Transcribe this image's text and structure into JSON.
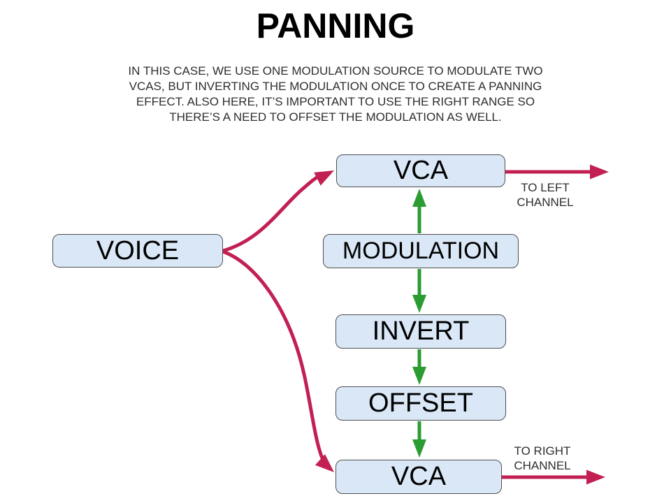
{
  "title": "PANNING",
  "description": "IN THIS CASE, WE USE ONE MODULATION SOURCE TO MODULATE TWO\nVCAS, BUT INVERTING THE MODULATION ONCE TO CREATE A PANNING\nEFFECT. ALSO HERE, IT’S IMPORTANT TO USE THE RIGHT RANGE SO\nTHERE’S A NEED TO OFFSET THE MODULATION AS WELL.",
  "nodes": [
    {
      "id": "voice",
      "label": "VOICE"
    },
    {
      "id": "vca-top",
      "label": "VCA"
    },
    {
      "id": "modulation",
      "label": "MODULATION"
    },
    {
      "id": "invert",
      "label": "INVERT"
    },
    {
      "id": "offset",
      "label": "OFFSET"
    },
    {
      "id": "vca-bottom",
      "label": "VCA"
    }
  ],
  "output_labels": {
    "left": "TO LEFT\nCHANNEL",
    "right": "TO RIGHT\nCHANNEL"
  },
  "edges": [
    {
      "from": "VOICE",
      "to": "VCA (top)",
      "color": "red"
    },
    {
      "from": "VOICE",
      "to": "VCA (bottom)",
      "color": "red"
    },
    {
      "from": "MODULATION",
      "to": "VCA (top)",
      "color": "green"
    },
    {
      "from": "MODULATION",
      "to": "INVERT",
      "color": "green"
    },
    {
      "from": "INVERT",
      "to": "OFFSET",
      "color": "green"
    },
    {
      "from": "OFFSET",
      "to": "VCA (bottom)",
      "color": "green"
    },
    {
      "from": "VCA (top)",
      "to": "TO LEFT CHANNEL",
      "color": "red"
    },
    {
      "from": "VCA (bottom)",
      "to": "TO RIGHT CHANNEL",
      "color": "red"
    }
  ],
  "colors": {
    "box_fill": "#d9e7f6",
    "box_border": "#4f4f4f",
    "arrow_red": "#c22053",
    "arrow_green": "#2b9c31",
    "title_text": "#000000",
    "body_text": "#2e2e2e"
  }
}
